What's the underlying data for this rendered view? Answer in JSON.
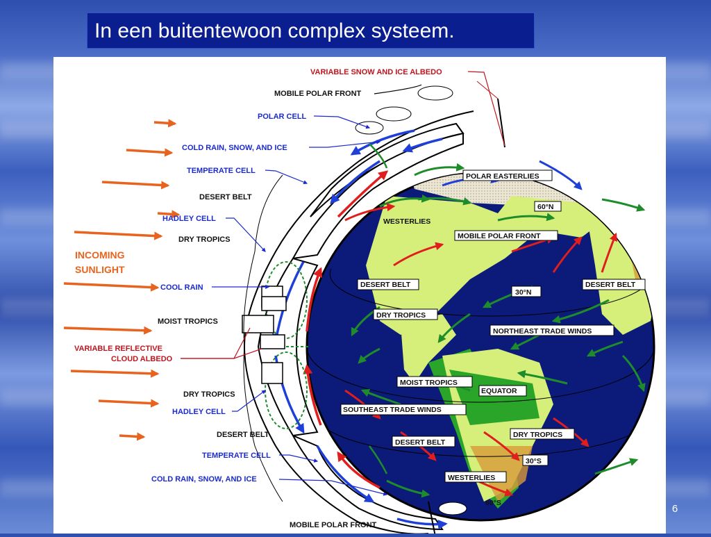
{
  "slide": {
    "title": "In een buitentewoon complex systeem.",
    "number": "6"
  },
  "diagram": {
    "left_labels": [
      {
        "id": "snow-albedo",
        "text": "VARIABLE SNOW AND ICE ALBEDO",
        "color": "#c0141e"
      },
      {
        "id": "mobile-polar-front-top",
        "text": "MOBILE POLAR FRONT",
        "color": "#111111"
      },
      {
        "id": "polar-cell",
        "text": "POLAR CELL",
        "color": "#1a2ad0"
      },
      {
        "id": "cold-rain-top",
        "text": "COLD RAIN, SNOW, AND ICE",
        "color": "#1a2ad0"
      },
      {
        "id": "temperate-cell-top",
        "text": "TEMPERATE CELL",
        "color": "#1a2ad0"
      },
      {
        "id": "desert-belt-top",
        "text": "DESERT BELT",
        "color": "#111111"
      },
      {
        "id": "hadley-cell-top",
        "text": "HADLEY CELL",
        "color": "#1a2ad0"
      },
      {
        "id": "dry-tropics-top",
        "text": "DRY TROPICS",
        "color": "#111111"
      },
      {
        "id": "incoming-1",
        "text": "INCOMING",
        "color": "#e8641e"
      },
      {
        "id": "incoming-2",
        "text": "SUNLIGHT",
        "color": "#e8641e"
      },
      {
        "id": "cool-rain",
        "text": "COOL RAIN",
        "color": "#1a2ad0"
      },
      {
        "id": "moist-tropics-left",
        "text": "MOIST TROPICS",
        "color": "#111111"
      },
      {
        "id": "cloud-albedo-1",
        "text": "VARIABLE REFLECTIVE",
        "color": "#c0141e"
      },
      {
        "id": "cloud-albedo-2",
        "text": "CLOUD ALBEDO",
        "color": "#c0141e"
      },
      {
        "id": "dry-tropics-bottom",
        "text": "DRY TROPICS",
        "color": "#111111"
      },
      {
        "id": "hadley-cell-bottom",
        "text": "HADLEY CELL",
        "color": "#1a2ad0"
      },
      {
        "id": "desert-belt-bottom",
        "text": "DESERT BELT",
        "color": "#111111"
      },
      {
        "id": "temperate-cell-bottom",
        "text": "TEMPERATE CELL",
        "color": "#1a2ad0"
      },
      {
        "id": "cold-rain-bottom",
        "text": "COLD RAIN, SNOW, AND ICE",
        "color": "#1a2ad0"
      },
      {
        "id": "mobile-polar-front-bottom",
        "text": "MOBILE POLAR FRONT",
        "color": "#111111"
      }
    ],
    "globe_labels": [
      {
        "id": "polar-easterlies",
        "text": "POLAR EASTERLIES",
        "boxed": true
      },
      {
        "id": "lat-60n",
        "text": "60°N",
        "boxed": false
      },
      {
        "id": "westerlies-north",
        "text": "WESTERLIES",
        "boxed": false
      },
      {
        "id": "mobile-polar-front-globe",
        "text": "MOBILE POLAR FRONT",
        "boxed": true
      },
      {
        "id": "desert-belt-globe-west",
        "text": "DESERT BELT",
        "boxed": true
      },
      {
        "id": "lat-30n",
        "text": "30°N",
        "boxed": true
      },
      {
        "id": "desert-belt-globe-east",
        "text": "DESERT BELT",
        "boxed": true
      },
      {
        "id": "dry-tropics-globe-north",
        "text": "DRY TROPICS",
        "boxed": true
      },
      {
        "id": "ne-trade-winds",
        "text": "NORTHEAST TRADE WINDS",
        "boxed": true
      },
      {
        "id": "moist-tropics-globe",
        "text": "MOIST TROPICS",
        "boxed": true
      },
      {
        "id": "equator",
        "text": "EQUATOR",
        "boxed": true
      },
      {
        "id": "se-trade-winds",
        "text": "SOUTHEAST TRADE WINDS",
        "boxed": true
      },
      {
        "id": "dry-tropics-globe-south",
        "text": "DRY TROPICS",
        "boxed": true
      },
      {
        "id": "desert-belt-globe-south",
        "text": "DESERT BELT",
        "boxed": true
      },
      {
        "id": "lat-30s",
        "text": "30°S",
        "boxed": true
      },
      {
        "id": "westerlies-south",
        "text": "WESTERLIES",
        "boxed": true
      },
      {
        "id": "lat-60s",
        "text": "60°S",
        "boxed": false
      }
    ],
    "colors": {
      "ocean": "#0c1a7a",
      "land": "#d6ef7a",
      "forest": "#2aa52a",
      "desert": "#d79a3a",
      "ice": "#e8e2cf",
      "wind_red": "#e01e1e",
      "wind_green": "#1e8c2a",
      "wind_blue": "#1e3fd8",
      "sunlight": "#e8641e"
    }
  }
}
